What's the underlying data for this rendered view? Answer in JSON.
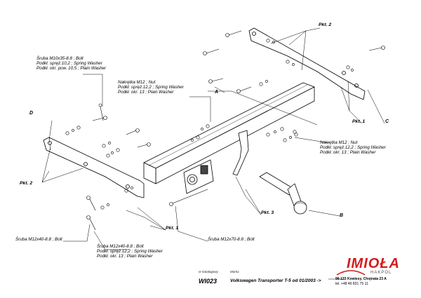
{
  "labels": {
    "bolt_m10": [
      "Śruba M10x35-8.8 ;  Bolt",
      "Podkł. spręż.10,2 ; Spring Washer",
      "Podkł. okr. pow. 10,5 ; Plain Washer"
    ],
    "nut_m12_top": [
      "Nakrętka  M12 ; Nut",
      "Podkł. spręż.12,2 ; Spring Washer",
      "Podkł. okr. 13 ; Plain Washer"
    ],
    "nut_m12_right": [
      "Nakrętka  M12 ; Nut",
      "Podkł. spręż.12,2 ; Spring Washer",
      "Podkł. okr. 13 ; Plain Washer"
    ],
    "bolt_m12x40_a": [
      "Śruba M12x40-8.8 ;  Bolt"
    ],
    "bolt_m12x40_b": [
      "Śruba M12x40-8.8 ;  Bolt",
      "Podkł. spręż.12,2 ; Spring Washer",
      "Podkł. okr. 13 ; Plain Washer"
    ],
    "bolt_m12x70": [
      "Śruba M12x70-8.8 ;  Bolt"
    ]
  },
  "letters": {
    "a": "A",
    "b": "B",
    "c": "C",
    "d": "D"
  },
  "pkt": {
    "pkt1_right": "Pkt. 1",
    "pkt2_top": "Pkt. 2",
    "pkt2_left": "Pkt. 2",
    "pkt1_bottom": "Pkt. 1",
    "pkt3": "Pkt. 3"
  },
  "footer": {
    "catalog_caption": "nr katalogowy",
    "catalog_number": "WI023",
    "make_caption": "Marka",
    "model": "Volkswagen Transporter T-5    od 01/2003 ->",
    "brand": "IMIOŁA",
    "brand_sub": "HAKPOL",
    "address": "96-133 Kowiesy, Chojnata 23 A",
    "phone": "tel. +48 46 831 75 11"
  },
  "colors": {
    "brand": "#d41c1c",
    "line": "#000000"
  }
}
